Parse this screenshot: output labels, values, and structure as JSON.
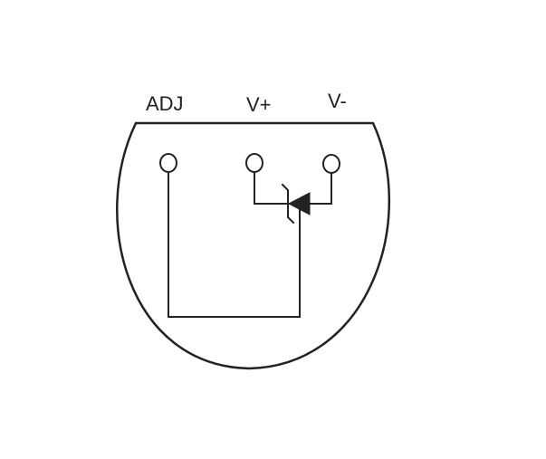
{
  "pins": [
    {
      "label": "ADJ"
    },
    {
      "label": "V+"
    },
    {
      "label": "V-"
    }
  ],
  "colors": {
    "line": "#222222",
    "background": "#ffffff"
  }
}
